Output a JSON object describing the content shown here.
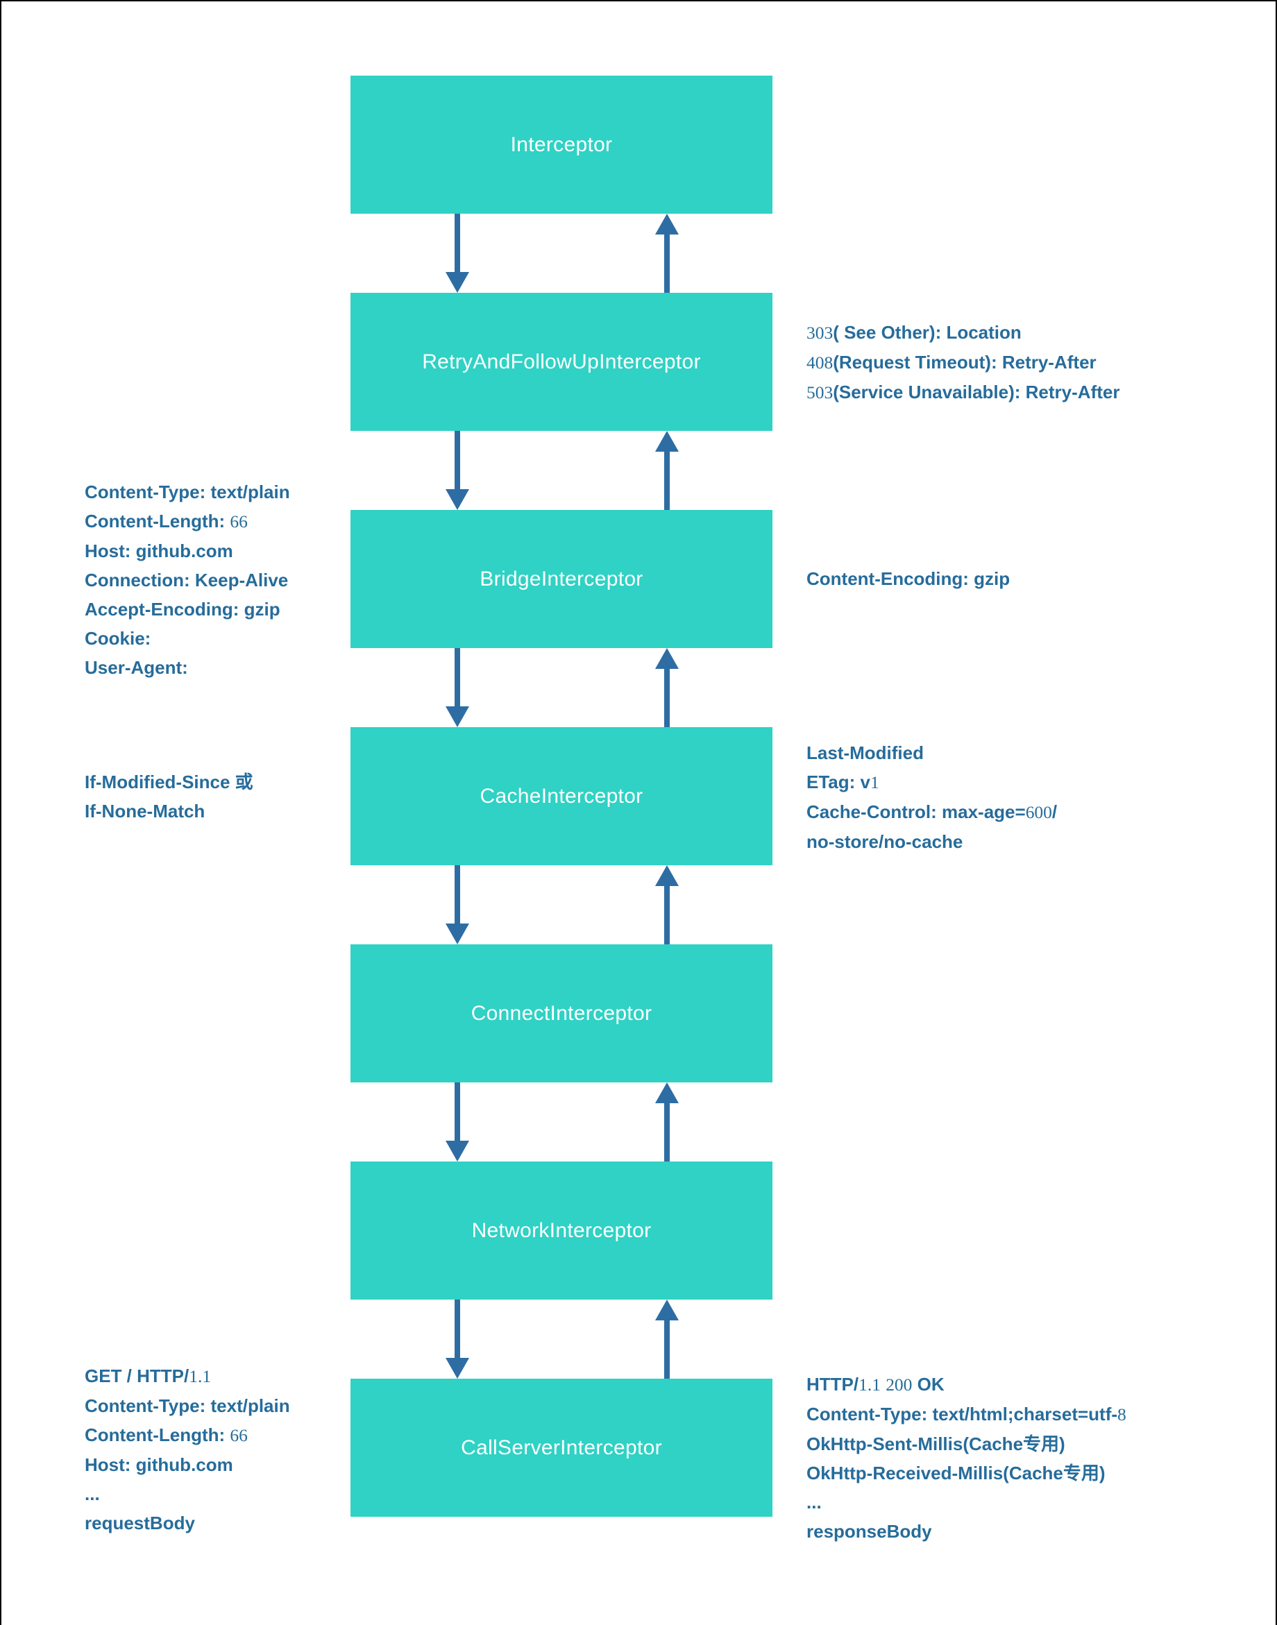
{
  "colors": {
    "box": "#2FD2C4",
    "boxtext": "#FFFFFF",
    "arrow": "#2E6DA3",
    "anntext": "#266C9B",
    "border": "#000000"
  },
  "boxes": [
    {
      "label": "Interceptor"
    },
    {
      "label": "RetryAndFollowUpInterceptor"
    },
    {
      "label": "BridgeInterceptor"
    },
    {
      "label": "CacheInterceptor"
    },
    {
      "label": "ConnectInterceptor"
    },
    {
      "label": "NetworkInterceptor"
    },
    {
      "label": "CallServerInterceptor"
    }
  ],
  "annotations": {
    "retry_right": {
      "lines": [
        "303( See Other): Location",
        "408(Request Timeout): Retry-After",
        "503(Service Unavailable): Retry-After"
      ]
    },
    "bridge_left": {
      "lines": [
        "Content-Type: text/plain",
        "Content-Length: 66",
        "Host: github.com",
        "Connection: Keep-Alive",
        "Accept-Encoding: gzip",
        "Cookie:",
        "User-Agent:"
      ]
    },
    "bridge_right": {
      "lines": [
        "Content-Encoding: gzip"
      ]
    },
    "cache_left": {
      "lines": [
        "If-Modified-Since 或",
        "If-None-Match"
      ]
    },
    "cache_right": {
      "lines": [
        "Last-Modified",
        "ETag: v1",
        "Cache-Control: max-age=600/",
        "no-store/no-cache"
      ]
    },
    "callserver_left": {
      "lines": [
        "GET / HTTP/1.1",
        "Content-Type: text/plain",
        "Content-Length: 66",
        "Host: github.com",
        "...",
        "requestBody"
      ]
    },
    "callserver_right": {
      "lines": [
        "HTTP/1.1 200 OK",
        "Content-Type: text/html;charset=utf-8",
        "OkHttp-Sent-Millis(Cache专用)",
        "OkHttp-Received-Millis(Cache专用)",
        "...",
        "responseBody"
      ]
    }
  }
}
